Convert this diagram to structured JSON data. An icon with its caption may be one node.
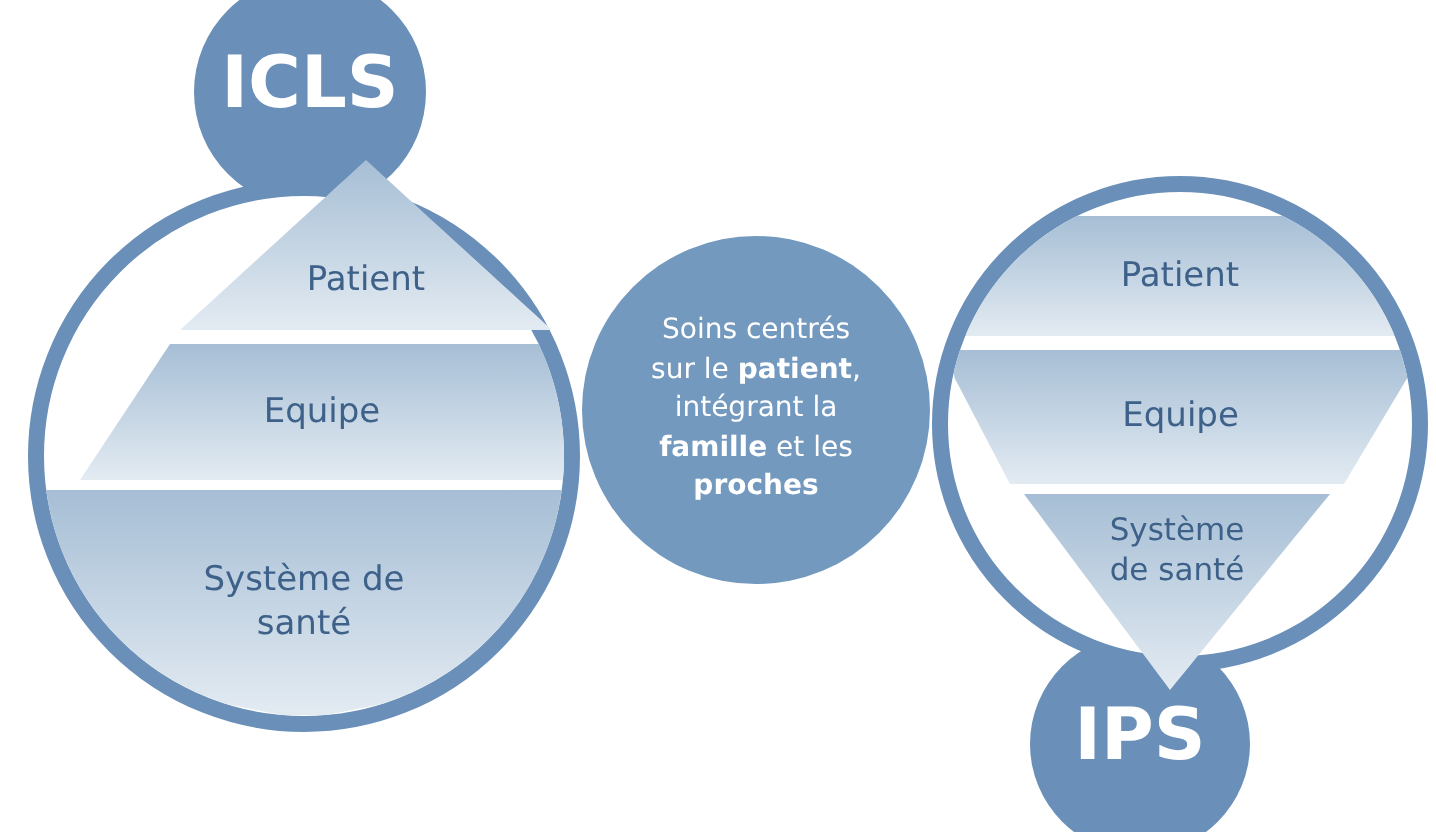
{
  "diagram": {
    "nodes": [
      {
        "text": [
          "ICLS"
        ]
      },
      {
        "text": [
          "Patient"
        ],
        "in": 0
      },
      {
        "text": [
          "Equipe"
        ],
        "in": 0
      },
      {
        "text": [
          "Système de santé"
        ],
        "in": 0
      },
      {
        "text": [
          "Soins centrés sur le **patient**, intégrant la **famille** et les **proches**"
        ]
      },
      {
        "text": [
          "IPS"
        ]
      },
      {
        "text": [
          "Patient"
        ],
        "in": 5
      },
      {
        "text": [
          "Equipe"
        ],
        "in": 5
      },
      {
        "text": [
          "Système de santé"
        ],
        "in": 5
      }
    ]
  }
}
